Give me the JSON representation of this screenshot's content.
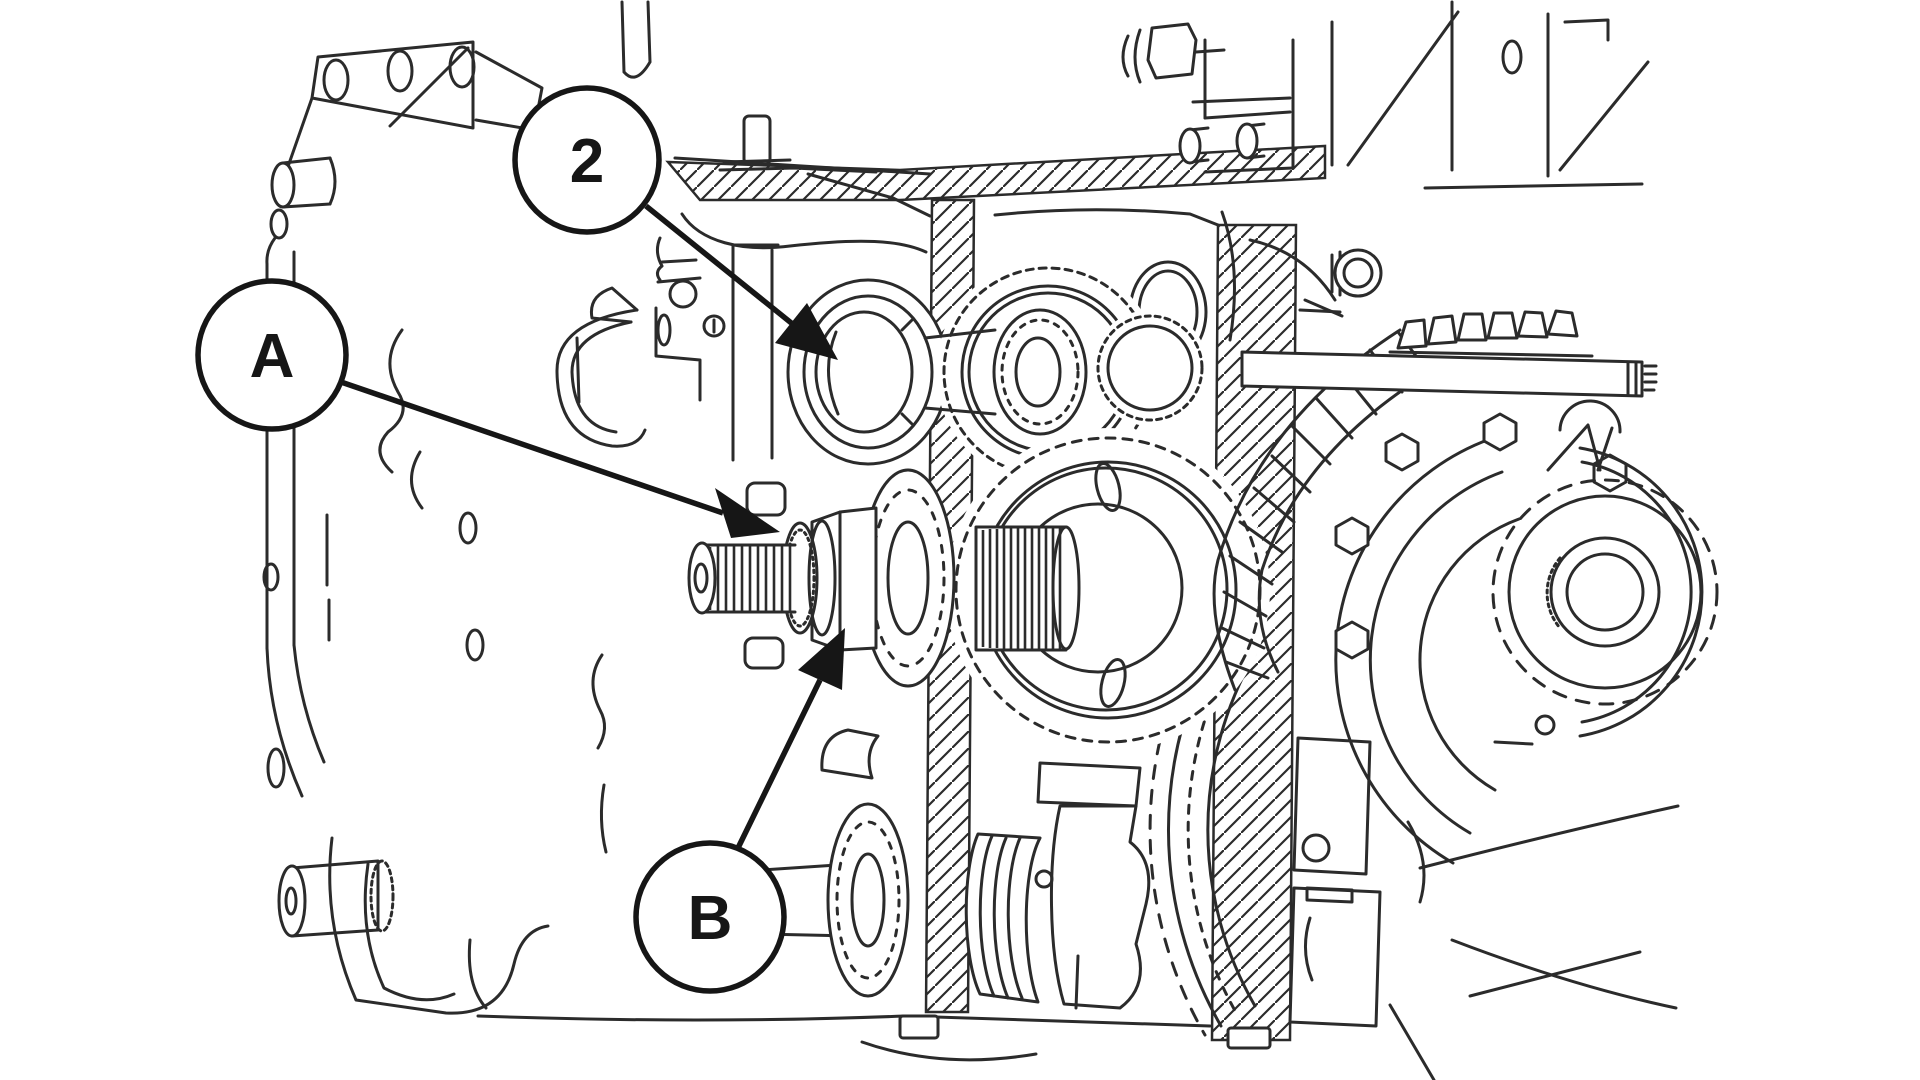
{
  "figure": {
    "kind": "technical-line-drawing",
    "subject": "gearbox-cross-section",
    "background_color": "#ffffff",
    "line_color": "#2b2b2b",
    "callout_color": "#161616"
  },
  "callouts": [
    {
      "label": "2"
    },
    {
      "label": "A"
    },
    {
      "label": "B"
    }
  ]
}
